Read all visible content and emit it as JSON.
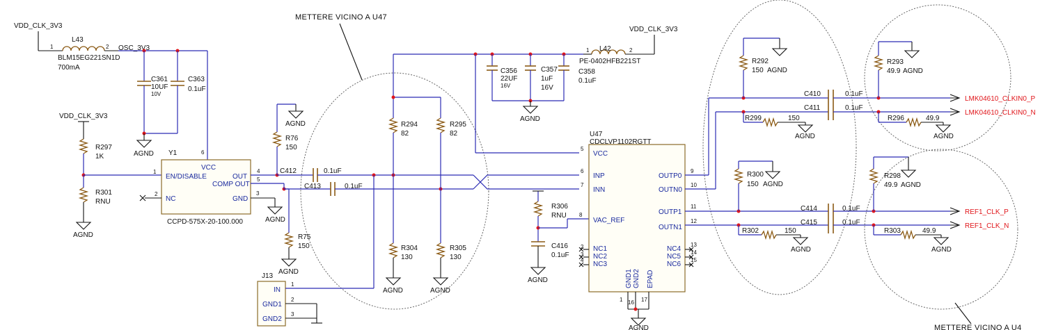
{
  "annotations": {
    "near_u47": "METTERE VICINO A U47",
    "near_u4x_bottom": "METTERE VICINO A U4"
  },
  "power": {
    "vdd_top_left": "VDD_CLK_3V3",
    "vdd_mid_left": "VDD_CLK_3V3",
    "vdd_right": "VDD_CLK_3V3",
    "osc_net": "OSC_3V3",
    "agnd": "AGND"
  },
  "components": {
    "L43": {
      "ref": "L43",
      "value": "BLM15EG221SN1D",
      "current": "700mA",
      "pin1": "1",
      "pin2": "2"
    },
    "L42": {
      "ref": "L42",
      "value": "PE-0402HFB221ST",
      "pin1": "1",
      "pin2": "2"
    },
    "C361": {
      "ref": "C361",
      "value": "10UF",
      "volt": "10V"
    },
    "C363": {
      "ref": "C363",
      "value": "0.1uF"
    },
    "R297": {
      "ref": "R297",
      "value": "1K"
    },
    "R301": {
      "ref": "R301",
      "value": "RNU"
    },
    "Y1": {
      "ref": "Y1",
      "part": "CCPD-575X-20-100.000",
      "pin_vcc": "VCC",
      "pin_en": "EN/DISABLE",
      "pin_nc": "NC",
      "pin_out": "OUT",
      "pin_comp": "COMP OUT",
      "pin_gnd": "GND",
      "n1": "1",
      "n2": "2",
      "n3": "3",
      "n4": "4",
      "n5": "5",
      "n6": "6"
    },
    "R76": {
      "ref": "R76",
      "value": "150"
    },
    "R75": {
      "ref": "R75",
      "value": "150"
    },
    "C412": {
      "ref": "C412",
      "value": "0.1uF"
    },
    "C413": {
      "ref": "C413",
      "value": "0.1uF"
    },
    "R294": {
      "ref": "R294",
      "value": "82"
    },
    "R295": {
      "ref": "R295",
      "value": "82"
    },
    "R304": {
      "ref": "R304",
      "value": "130"
    },
    "R305": {
      "ref": "R305",
      "value": "130"
    },
    "J13": {
      "ref": "J13",
      "pin_in": "IN",
      "pin_gnd1": "GND1",
      "pin_gnd2": "GND2",
      "n1": "1",
      "n2": "2",
      "n3": "3"
    },
    "C356": {
      "ref": "C356",
      "value": "22UF",
      "volt": "16V"
    },
    "C357": {
      "ref": "C357",
      "value": "1uF",
      "volt": "16V"
    },
    "C358": {
      "ref": "C358",
      "value": "0.1uF"
    },
    "R306": {
      "ref": "R306",
      "value": "RNU"
    },
    "C416": {
      "ref": "C416",
      "value": "0.1uF"
    },
    "U47": {
      "ref": "U47",
      "part": "CDCLVP1102RGTT",
      "vcc": "VCC",
      "inp": "INP",
      "inn": "INN",
      "vac_ref": "VAC_REF",
      "nc1": "NC1",
      "nc2": "NC2",
      "nc3": "NC3",
      "outp0": "OUTP0",
      "outn0": "OUTN0",
      "outp1": "OUTP1",
      "outn1": "OUTN1",
      "nc4": "NC4",
      "nc5": "NC5",
      "nc6": "NC6",
      "gnd1": "GND1",
      "gnd2": "GND2",
      "epad": "EPAD",
      "p5": "5",
      "p6": "6",
      "p7": "7",
      "p8": "8",
      "p2": "2",
      "p3": "3",
      "p4": "4",
      "p9": "9",
      "p10": "10",
      "p11": "11",
      "p12": "12",
      "p13": "13",
      "p14": "14",
      "p15": "15",
      "p1": "1",
      "p16": "16",
      "p17": "17"
    },
    "R292": {
      "ref": "R292",
      "value": "150"
    },
    "R299": {
      "ref": "R299",
      "value": "150"
    },
    "R300": {
      "ref": "R300",
      "value": "150"
    },
    "R302": {
      "ref": "R302",
      "value": "150"
    },
    "C410": {
      "ref": "C410",
      "value": "0.1uF"
    },
    "C411": {
      "ref": "C411",
      "value": "0.1uF"
    },
    "C414": {
      "ref": "C414",
      "value": "0.1uF"
    },
    "C415": {
      "ref": "C415",
      "value": "0.1uF"
    },
    "R293": {
      "ref": "R293",
      "value": "49.9"
    },
    "R296": {
      "ref": "R296",
      "value": "49.9"
    },
    "R298": {
      "ref": "R298",
      "value": "49.9"
    },
    "R303": {
      "ref": "R303",
      "value": "49.9"
    }
  },
  "outputs": {
    "lmk_p": "LMK04610_CLKIN0_P",
    "lmk_n": "LMK04610_CLKIN0_N",
    "ref1_p": "REF1_CLK_P",
    "ref1_n": "REF1_CLK_N"
  },
  "colors": {
    "wire": "#2b2bb3",
    "junction": "#e0161b",
    "component": "#8b5a14",
    "net_label": "#e0161b"
  }
}
